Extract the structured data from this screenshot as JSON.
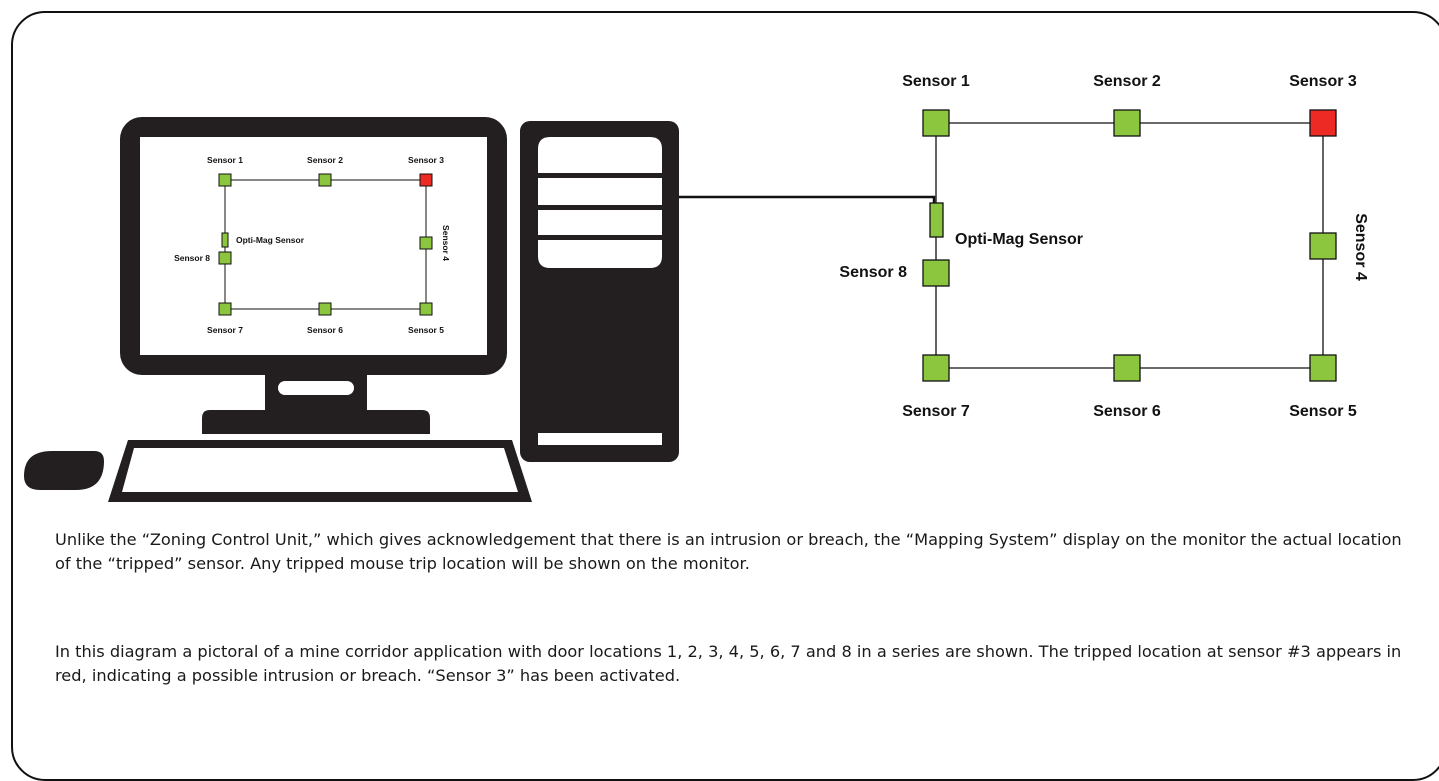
{
  "colors": {
    "sensor_ok": "#8cc63f",
    "sensor_tripped": "#ee2a24",
    "device": "#231f20",
    "line": "#111111"
  },
  "large_map": {
    "sensors": [
      {
        "label": "Sensor 1",
        "state": "normal"
      },
      {
        "label": "Sensor 2",
        "state": "normal"
      },
      {
        "label": "Sensor 3",
        "state": "tripped"
      },
      {
        "label": "Sensor 4",
        "state": "normal"
      },
      {
        "label": "Sensor 5",
        "state": "normal"
      },
      {
        "label": "Sensor 6",
        "state": "normal"
      },
      {
        "label": "Sensor 7",
        "state": "normal"
      },
      {
        "label": "Sensor 8",
        "state": "normal"
      }
    ],
    "opti_mag_label": "Opti-Mag Sensor"
  },
  "monitor_map": {
    "sensors": [
      {
        "label": "Sensor 1",
        "state": "normal"
      },
      {
        "label": "Sensor 2",
        "state": "normal"
      },
      {
        "label": "Sensor 3",
        "state": "tripped"
      },
      {
        "label": "Sensor 4",
        "state": "normal"
      },
      {
        "label": "Sensor 5",
        "state": "normal"
      },
      {
        "label": "Sensor 6",
        "state": "normal"
      },
      {
        "label": "Sensor 7",
        "state": "normal"
      },
      {
        "label": "Sensor 8",
        "state": "normal"
      }
    ],
    "opti_mag_label": "Opti-Mag Sensor"
  },
  "description": {
    "paragraph_1": "Unlike the “Zoning Control Unit,” which gives acknowledgement that there is an intrusion or breach, the “Mapping System” display on the monitor the actual location of the “tripped” sensor. Any tripped mouse trip location will be shown on the monitor.",
    "paragraph_2": "In this diagram a pictoral of a mine corridor application with door locations 1, 2, 3, 4, 5, 6, 7 and 8 in a series are shown. The tripped location at sensor #3  appears in red, indicating a possible intrusion or breach. “Sensor 3” has been activated."
  }
}
